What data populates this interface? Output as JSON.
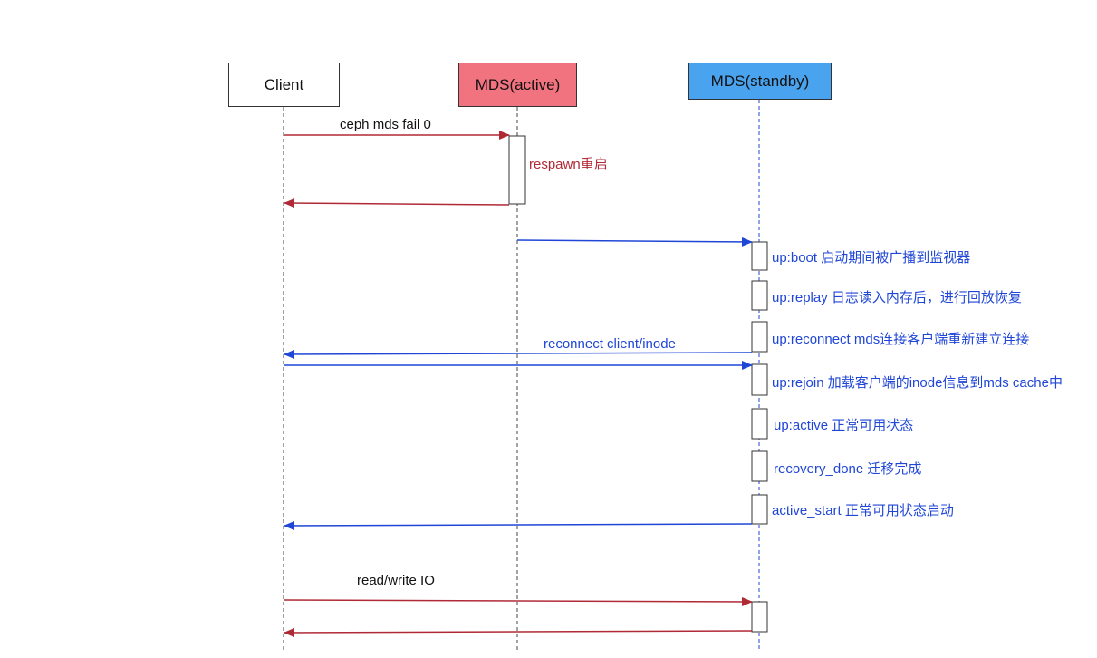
{
  "actors": {
    "client": "Client",
    "mds_active": "MDS(active)",
    "mds_standby": "MDS(standby)"
  },
  "messages": {
    "ceph_fail": "ceph mds fail 0",
    "respawn": "respawn重启",
    "reconnect_client": "reconnect client/inode",
    "read_write": "read/write IO"
  },
  "states": {
    "boot": "up:boot 启动期间被广播到监视器",
    "replay": "up:replay 日志读入内存后，进行回放恢复",
    "reconnect": "up:reconnect mds连接客户端重新建立连接",
    "rejoin": "up:rejoin 加载客户端的inode信息到mds cache中",
    "active": "up:active 正常可用状态",
    "recovery_done": "recovery_done 迁移完成",
    "active_start": "active_start 正常可用状态启动"
  },
  "colors": {
    "client_box": "#ffffff",
    "mds_active_box": "#f1737f",
    "mds_standby_box": "#4aa3ee",
    "arrow_red": "#b02a36",
    "arrow_blue": "#1f46d6"
  }
}
